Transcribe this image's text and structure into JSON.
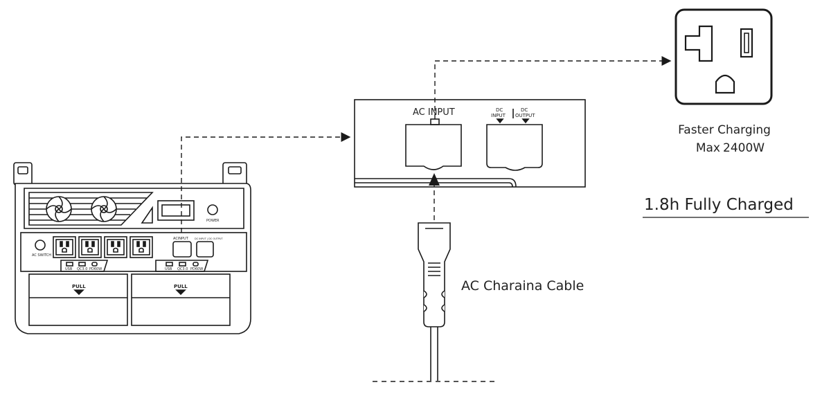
{
  "colors": {
    "stroke": "#1a1a1a",
    "panel_fill": "#ffffff",
    "text": "#222222"
  },
  "power_station": {
    "display_label": "",
    "power_label": "POWER",
    "ac_switch_label": "AC SWITCH",
    "ac_input_label": "ACINPUT",
    "dc_io_label": "DC INPUT | DC OUTPUT",
    "usb_group_left": [
      "USB",
      "QC3.0",
      "PD60W"
    ],
    "usb_group_right": [
      "USB",
      "QC3.0",
      "PD60W"
    ],
    "pull_left": "PULL",
    "pull_right": "PULL"
  },
  "panel_zoom": {
    "ac_input_label": "AC INPUT",
    "dc_input_label": "DC INPUT",
    "dc_output_label": "DC OUTPUT",
    "dc_top_left": "DC",
    "dc_top_right": "DC",
    "dc_bottom_left": "INPUT",
    "dc_bottom_right": "OUTPUT"
  },
  "cable": {
    "label": "AC Charaina Cable"
  },
  "wall_outlet": {
    "line1": "Faster Charging",
    "line2_prefix": "Max",
    "line2_value": "2400W"
  },
  "charge_time": {
    "label": "1.8h Fully Charged"
  },
  "icons": [
    "fan-icon",
    "outlet-icon",
    "arrow-right-icon",
    "arrow-up-icon",
    "plug-icon"
  ]
}
